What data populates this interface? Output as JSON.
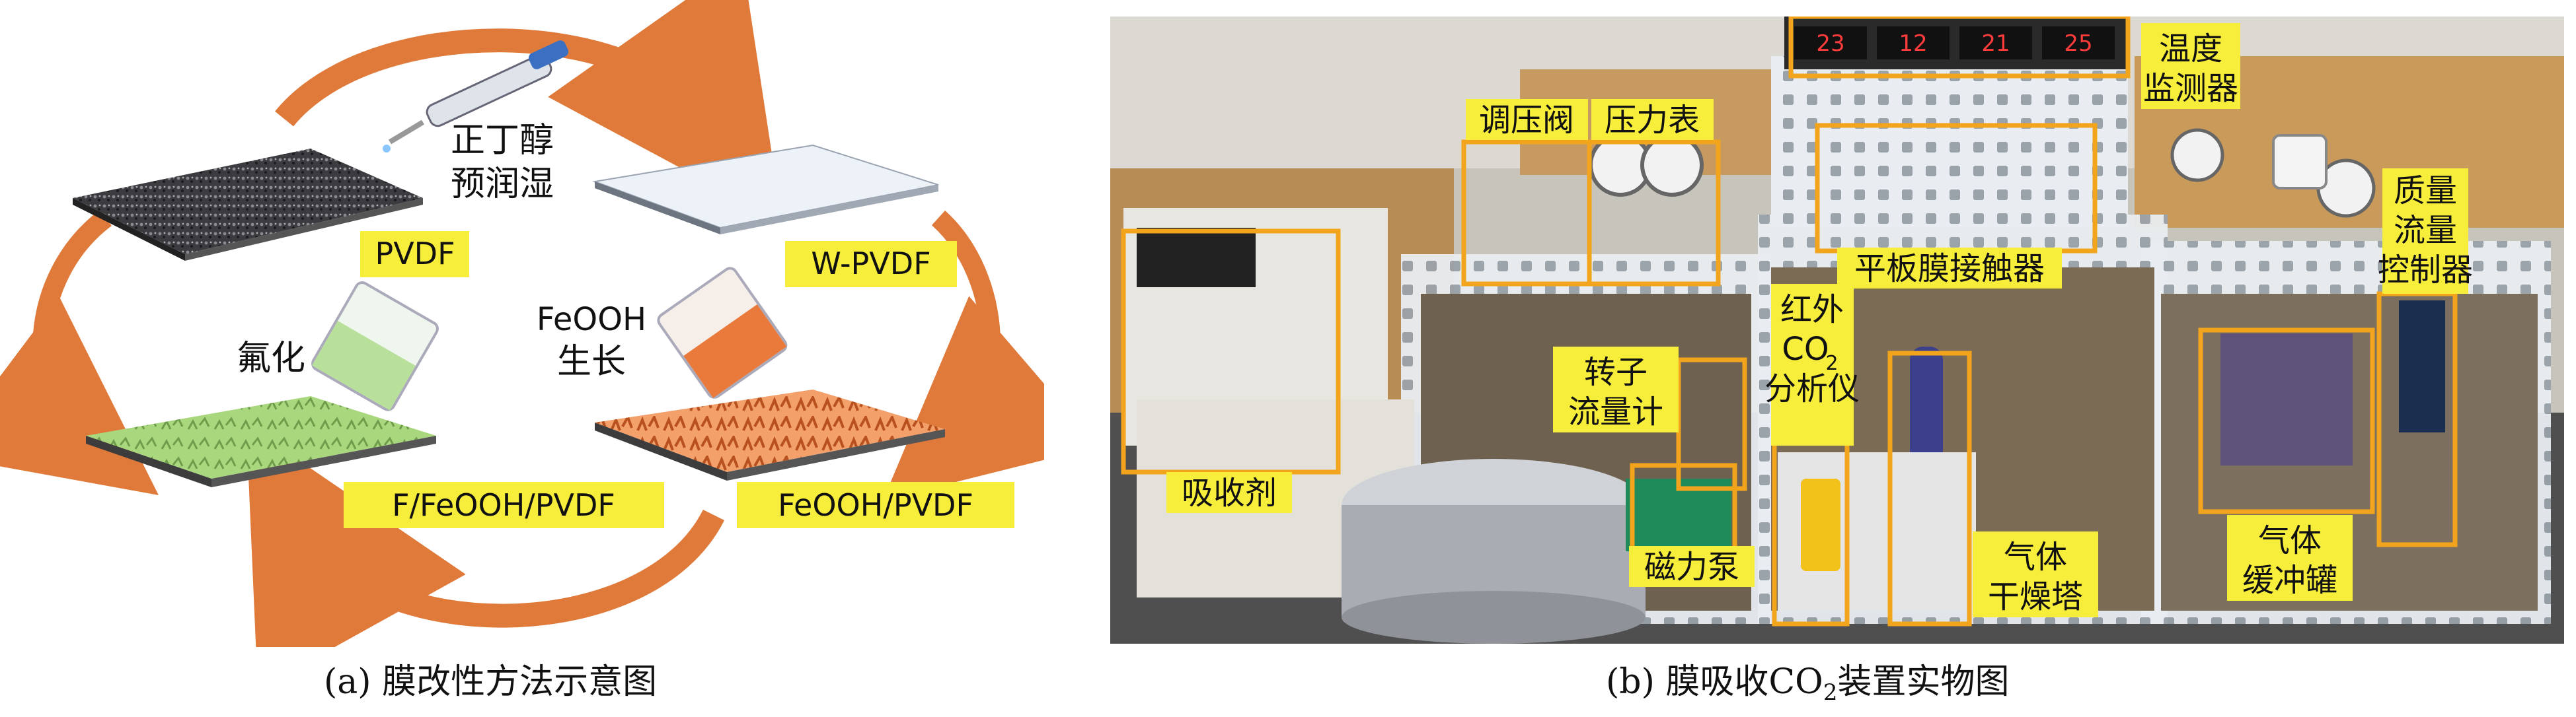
{
  "panel_a": {
    "pipette_text": [
      "正丁醇",
      "预润湿"
    ],
    "labels": {
      "pvdf": "PVDF",
      "w_pvdf": "W-PVDF",
      "f_feooh_pvdf": "F/FeOOH/PVDF",
      "feooh_pvdf": "FeOOH/PVDF"
    },
    "fluorination": "氟化",
    "feooh_growth": [
      "FeOOH",
      "生长"
    ],
    "caption": "(a) 膜改性方法示意图"
  },
  "panel_b": {
    "display_readings": [
      "23",
      "12",
      "21",
      "25"
    ],
    "labels": {
      "temp_monitor": [
        "温度",
        "监测器"
      ],
      "pressure_valve": "调压阀",
      "pressure_gauge": "压力表",
      "flat_contactor": "平板膜接触器",
      "mass_flow": [
        "质量",
        "流量",
        "控制器"
      ],
      "ir_analyzer": [
        "红外",
        "CO",
        "2",
        "分析仪"
      ],
      "rotor_flowmeter": [
        "转子",
        "流量计"
      ],
      "absorbent": "吸收剂",
      "magnetic_pump": "磁力泵",
      "drying_tower": [
        "气体",
        "干燥塔"
      ],
      "buffer_tank": [
        "气体",
        "缓冲罐"
      ]
    },
    "caption_prefix": "(b) 膜吸收CO",
    "caption_sub": "2",
    "caption_suffix": "装置实物图"
  },
  "colors": {
    "arrow": "#e07a3a",
    "label_bg": "#f7ee3c",
    "box": "#f2a51c",
    "green_membrane": "#9fd27a",
    "orange_membrane": "#e8864e"
  }
}
